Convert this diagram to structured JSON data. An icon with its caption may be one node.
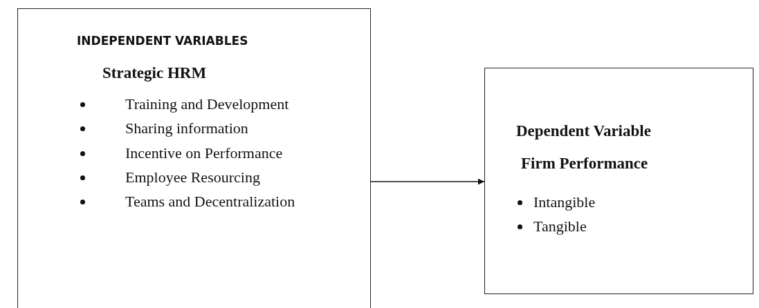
{
  "diagram": {
    "nodes": [
      {
        "text": [
          "INDEPENDENT VARIABLES",
          "Strategic HRM",
          "Training and Development",
          "Sharing information",
          "Incentive on Performance",
          "Employee Resourcing",
          "Teams and Decentralization"
        ]
      },
      {
        "text": [
          "Dependent Variable",
          "Firm Performance",
          "Intangible",
          "Tangible"
        ]
      }
    ],
    "edges": [
      {
        "from": 0,
        "to": 1,
        "arrow": "to"
      }
    ]
  }
}
